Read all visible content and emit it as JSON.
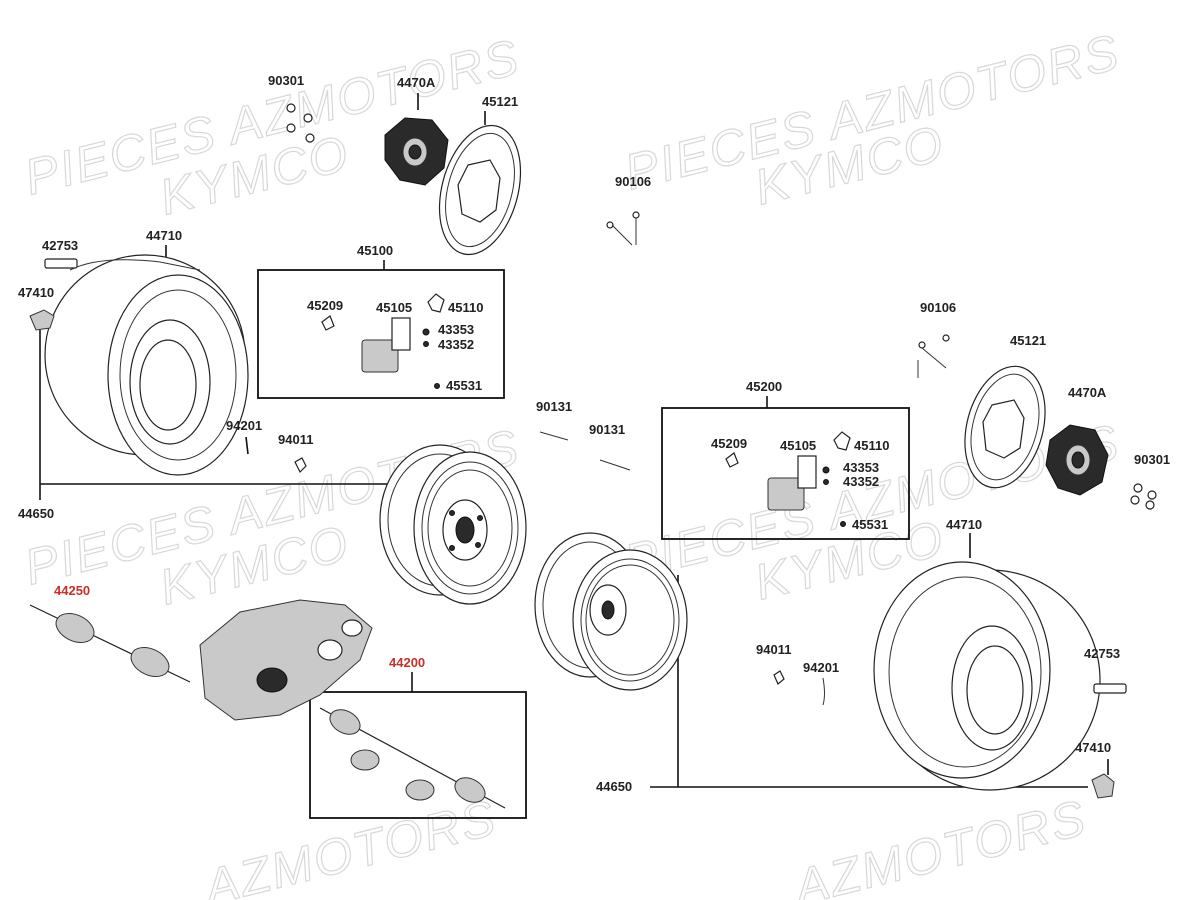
{
  "watermarks": [
    {
      "text": "PIECES AZMOTORS"
    },
    {
      "text": "KYMCO"
    },
    {
      "text": "PIECES AZMOTORS"
    },
    {
      "text": "KYMCO"
    },
    {
      "text": "PIECES AZMOTORS"
    },
    {
      "text": "KYMCO"
    },
    {
      "text": "PIECES AZMOTORS"
    },
    {
      "text": "KYMCO"
    },
    {
      "text": "AZMOTORS"
    },
    {
      "text": "AZMOTORS"
    }
  ],
  "parts": [
    {
      "number": "90301",
      "highlight": false
    },
    {
      "number": "4470A",
      "highlight": false
    },
    {
      "number": "45121",
      "highlight": false
    },
    {
      "number": "90106",
      "highlight": false
    },
    {
      "number": "42753",
      "highlight": false
    },
    {
      "number": "44710",
      "highlight": false
    },
    {
      "number": "45100",
      "highlight": false
    },
    {
      "number": "47410",
      "highlight": false
    },
    {
      "number": "45209",
      "highlight": false
    },
    {
      "number": "45105",
      "highlight": false
    },
    {
      "number": "45110",
      "highlight": false
    },
    {
      "number": "43353",
      "highlight": false
    },
    {
      "number": "43352",
      "highlight": false
    },
    {
      "number": "45531",
      "highlight": false
    },
    {
      "number": "90106",
      "highlight": false
    },
    {
      "number": "45121",
      "highlight": false
    },
    {
      "number": "4470A",
      "highlight": false
    },
    {
      "number": "94201",
      "highlight": false
    },
    {
      "number": "94011",
      "highlight": false
    },
    {
      "number": "90131",
      "highlight": false
    },
    {
      "number": "90131",
      "highlight": false
    },
    {
      "number": "45200",
      "highlight": false
    },
    {
      "number": "45209",
      "highlight": false
    },
    {
      "number": "45105",
      "highlight": false
    },
    {
      "number": "45110",
      "highlight": false
    },
    {
      "number": "43353",
      "highlight": false
    },
    {
      "number": "43352",
      "highlight": false
    },
    {
      "number": "45531",
      "highlight": false
    },
    {
      "number": "90301",
      "highlight": false
    },
    {
      "number": "44650",
      "highlight": false
    },
    {
      "number": "44710",
      "highlight": false
    },
    {
      "number": "44250",
      "highlight": true
    },
    {
      "number": "44200",
      "highlight": true
    },
    {
      "number": "94011",
      "highlight": false
    },
    {
      "number": "94201",
      "highlight": false
    },
    {
      "number": "42753",
      "highlight": false
    },
    {
      "number": "47410",
      "highlight": false
    },
    {
      "number": "44650",
      "highlight": false
    }
  ],
  "colors": {
    "highlight": "#c8302a",
    "label": "#222222",
    "watermark": "#d8d8d8"
  }
}
